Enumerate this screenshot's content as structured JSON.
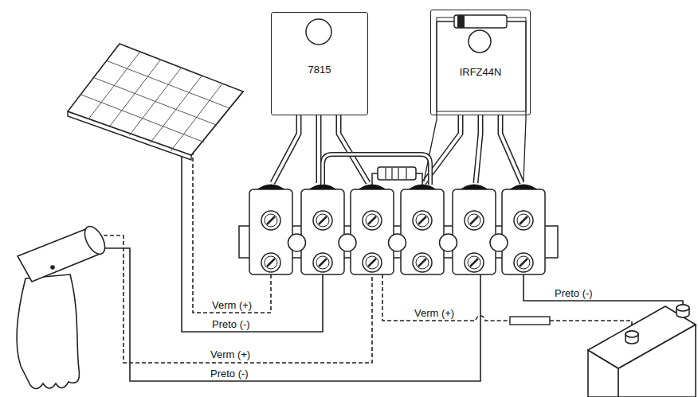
{
  "diagram": {
    "nodes": [
      {
        "text": [
          "7815"
        ]
      },
      {
        "text": [
          "IRFZ44N"
        ]
      }
    ],
    "labels": [
      "Verm (+)",
      "Preto (-)",
      "Verm (+)",
      "Preto (-)",
      "Verm (+)",
      "Preto (-)"
    ]
  }
}
